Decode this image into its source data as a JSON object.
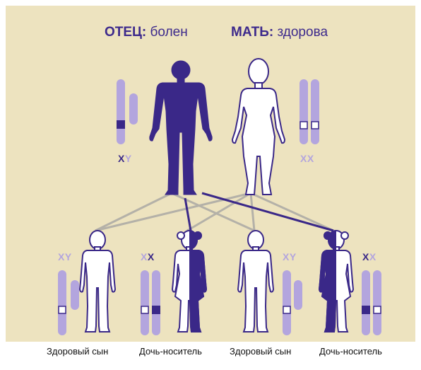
{
  "header": {
    "father_label": "ОТЕЦ:",
    "father_status": "болен",
    "mother_label": "МАТЬ:",
    "mother_status": "здорова"
  },
  "parents": {
    "father_chromosomes": {
      "first": "X",
      "second": "Y"
    },
    "mother_chromosomes": {
      "first": "X",
      "second": "X"
    }
  },
  "children": [
    {
      "chr_first": "X",
      "chr_second": "Y",
      "caption": "Здоровый сын"
    },
    {
      "chr_first": "X",
      "chr_second": "X",
      "caption": "Дочь-носитель"
    },
    {
      "chr_first": "X",
      "chr_second": "Y",
      "caption": "Здоровый сын"
    },
    {
      "chr_first": "X",
      "chr_second": "X",
      "caption": "Дочь-носитель"
    }
  ],
  "colors": {
    "affected": "#3a2888",
    "chromosome": "#b3a5de",
    "background": "#ede3bf",
    "link_gray": "#b4b1a8"
  }
}
